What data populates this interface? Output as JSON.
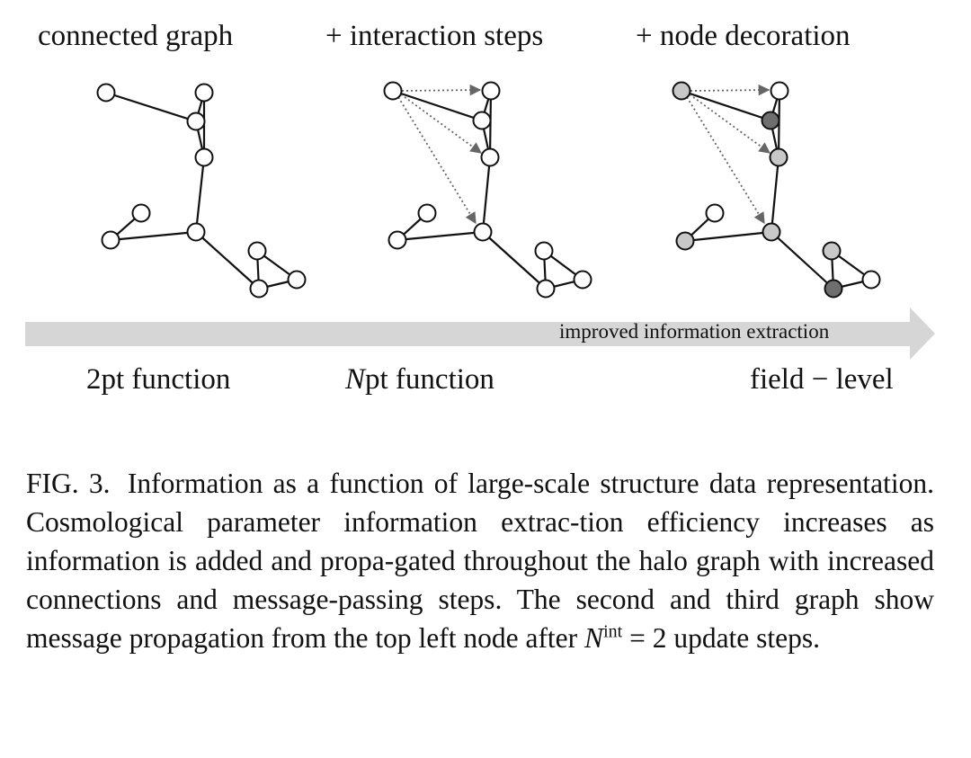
{
  "panels": [
    {
      "title": "connected graph",
      "bottom_label": "2pt function"
    },
    {
      "title": "+ interaction steps",
      "bottom_label_italic": "N",
      "bottom_label": "pt function"
    },
    {
      "title": "+ node decoration",
      "bottom_label": "field − level"
    }
  ],
  "arrow_label": "improved information extraction",
  "colors": {
    "node_white": "#ffffff",
    "node_light_gray": "#c8c8c8",
    "node_dark_gray": "#6e6e6e",
    "edge": "#111111",
    "dotted_arrow": "#666666",
    "big_arrow": "#d6d6d6"
  },
  "caption": {
    "label": "FIG. 3.",
    "text_part1": "Information as a function of large-scale structure data representation. Cosmological parameter information extrac-tion efficiency increases as information is added and propa-gated throughout the halo graph with increased connections and message-passing steps. The second and third graph show message propagation from the top left node after ",
    "math_symbol": "N",
    "math_superscript": "int",
    "math_rest": " = 2",
    "text_part2": " update steps."
  }
}
